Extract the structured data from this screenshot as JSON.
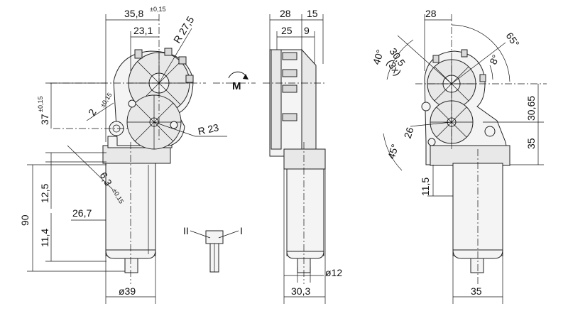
{
  "dimensions": {
    "d_35_8": "35,8",
    "d_35_8_tol": "±0,15",
    "d_23_1": "23,1",
    "r_27_5": "R 27,5",
    "d_37": "37",
    "d_37_tol": "±0,15",
    "d_2": "2",
    "d_2_tol": "±0,15",
    "r_23": "R 23",
    "d_12_5": "12,5",
    "d_6_3": "6,3",
    "d_6_3_tol": "±0,15",
    "d_90": "90",
    "d_26_7": "26,7",
    "d_11_4": "11,4",
    "d_dia39": "ø39",
    "d_28_side": "28",
    "d_15": "15",
    "d_25": "25",
    "d_9": "9",
    "d_dia12": "ø12",
    "d_30_3": "30,3",
    "d_28_right": "28",
    "d_65deg": "65°",
    "d_40deg": "40°",
    "d_30_5": "30,5",
    "d_3x": "(3x)",
    "d_8deg": "8°",
    "d_30_65": "30,65",
    "d_26": "26",
    "d_45deg": "45°",
    "d_35_vert": "35",
    "d_11_5": "11,5",
    "d_35_bottom": "35"
  },
  "connector": {
    "label_left": "II",
    "label_right": "I"
  },
  "motor_symbol": {
    "letter": "M"
  }
}
